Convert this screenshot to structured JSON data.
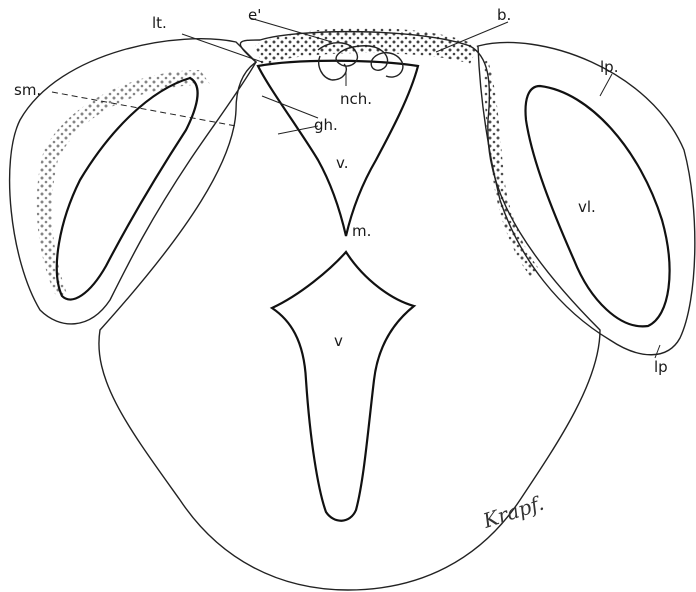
{
  "labels": {
    "lt": "lt.",
    "e": "e'",
    "b": "b.",
    "sm": "sm.",
    "nch": "nch.",
    "lp_top": "lp.",
    "gh": "gh.",
    "v_upper": "v.",
    "vl": "vl.",
    "m": "m.",
    "v_lower": "v",
    "lp_bottom": "lp"
  },
  "signature": "Krapf."
}
